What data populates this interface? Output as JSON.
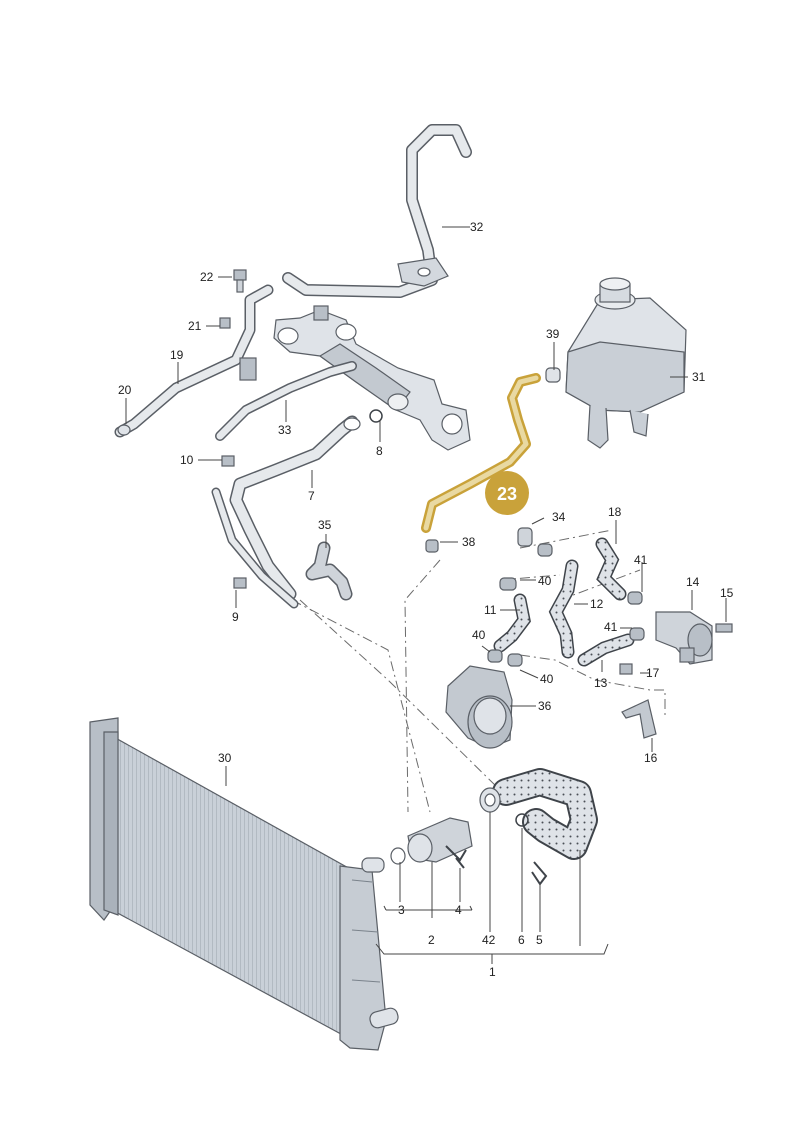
{
  "highlight": {
    "label": "23",
    "color": "#c9a23a",
    "text_color": "#ffffff"
  },
  "colors": {
    "part_fill": "#dfe3e8",
    "part_shade": "#b8bfc7",
    "outline": "#5a5f66",
    "hose_dark": "#3f444a"
  },
  "callouts": {
    "c1": "1",
    "c2": "2",
    "c3": "3",
    "c4": "4",
    "c5": "5",
    "c6": "6",
    "c7": "7",
    "c8": "8",
    "c9": "9",
    "c10": "10",
    "c11": "11",
    "c12": "12",
    "c13": "13",
    "c14": "14",
    "c15": "15",
    "c16": "16",
    "c17": "17",
    "c18": "18",
    "c19": "19",
    "c20": "20",
    "c21": "21",
    "c22": "22",
    "c30": "30",
    "c31": "31",
    "c32": "32",
    "c33": "33",
    "c34": "34",
    "c35": "35",
    "c36": "36",
    "c38": "38",
    "c39": "39",
    "c40a": "40",
    "c40b": "40",
    "c40c": "40",
    "c41a": "41",
    "c41b": "41",
    "c42": "42"
  }
}
